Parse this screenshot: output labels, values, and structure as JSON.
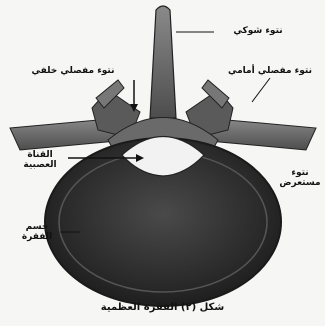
{
  "labels": {
    "spinous_process": "نتوء شوكي",
    "superior_articular_process_posterior": "نتوء مفصلي خلفي",
    "superior_articular_process_anterior": "نتوء مفصلي أمامي",
    "spinal_canal": "القناة العصبية",
    "transverse_process": "نتوء مستعرض",
    "vertebral_body": "جسم الفقرة"
  },
  "caption": "شكل (٢) الفقرة العظمية",
  "colors": {
    "bone_dark": "#2b2b2b",
    "bone_mid": "#6b6b6b",
    "canal": "#f2f2f2",
    "background": "#f6f6f4"
  }
}
